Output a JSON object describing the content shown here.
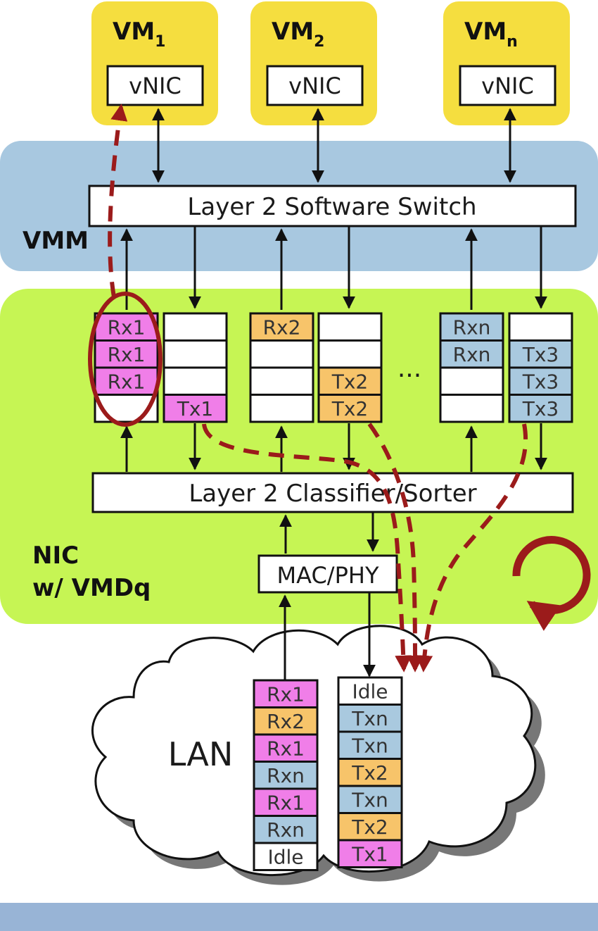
{
  "colors": {
    "vm_yellow": "#f5de3f",
    "vmm_blue": "#a8c8e0",
    "nic_green": "#c6f554",
    "rx1_pink": "#f07ee8",
    "rx2_orange": "#f7c46a",
    "rxn_blue": "#a9c9df",
    "idle_white": "#ffffff",
    "dash_red": "#9b1b1b",
    "footer_blue": "#98b4d6"
  },
  "vms": [
    {
      "name": "VM",
      "sub": "1",
      "nic": "vNIC"
    },
    {
      "name": "VM",
      "sub": "2",
      "nic": "vNIC"
    },
    {
      "name": "VM",
      "sub": "n",
      "nic": "vNIC"
    }
  ],
  "vmm": {
    "label": "VMM",
    "switch": "Layer 2 Software Switch"
  },
  "nic": {
    "label_line1": "NIC",
    "label_line2": "w/ VMDq",
    "classifier": "Layer 2 Classifier/Sorter",
    "macphy": "MAC/PHY",
    "ellipsis": "..."
  },
  "queues": [
    {
      "cells": [
        "Rx1",
        "Rx1",
        "Rx1",
        ""
      ],
      "colors": [
        "rx1_pink",
        "rx1_pink",
        "rx1_pink",
        "idle_white"
      ]
    },
    {
      "cells": [
        "",
        "",
        "",
        "Tx1"
      ],
      "colors": [
        "idle_white",
        "idle_white",
        "idle_white",
        "rx1_pink"
      ]
    },
    {
      "cells": [
        "Rx2",
        "",
        "",
        ""
      ],
      "colors": [
        "rx2_orange",
        "idle_white",
        "idle_white",
        "idle_white"
      ]
    },
    {
      "cells": [
        "",
        "",
        "Tx2",
        "Tx2"
      ],
      "colors": [
        "idle_white",
        "idle_white",
        "rx2_orange",
        "rx2_orange"
      ]
    },
    {
      "cells": [
        "Rxn",
        "Rxn",
        "",
        ""
      ],
      "colors": [
        "rxn_blue",
        "rxn_blue",
        "idle_white",
        "idle_white"
      ]
    },
    {
      "cells": [
        "",
        "Tx3",
        "Tx3",
        "Tx3"
      ],
      "colors": [
        "idle_white",
        "rxn_blue",
        "rxn_blue",
        "rxn_blue"
      ]
    }
  ],
  "lan": {
    "label": "LAN",
    "rx_stream": [
      {
        "text": "Rx1",
        "color": "rx1_pink"
      },
      {
        "text": "Rx2",
        "color": "rx2_orange"
      },
      {
        "text": "Rx1",
        "color": "rx1_pink"
      },
      {
        "text": "Rxn",
        "color": "rxn_blue"
      },
      {
        "text": "Rx1",
        "color": "rx1_pink"
      },
      {
        "text": "Rxn",
        "color": "rxn_blue"
      },
      {
        "text": "Idle",
        "color": "idle_white"
      }
    ],
    "tx_stream": [
      {
        "text": "Idle",
        "color": "idle_white"
      },
      {
        "text": "Txn",
        "color": "rxn_blue"
      },
      {
        "text": "Txn",
        "color": "rxn_blue"
      },
      {
        "text": "Tx2",
        "color": "rx2_orange"
      },
      {
        "text": "Txn",
        "color": "rxn_blue"
      },
      {
        "text": "Tx2",
        "color": "rx2_orange"
      },
      {
        "text": "Tx1",
        "color": "rx1_pink"
      }
    ]
  }
}
